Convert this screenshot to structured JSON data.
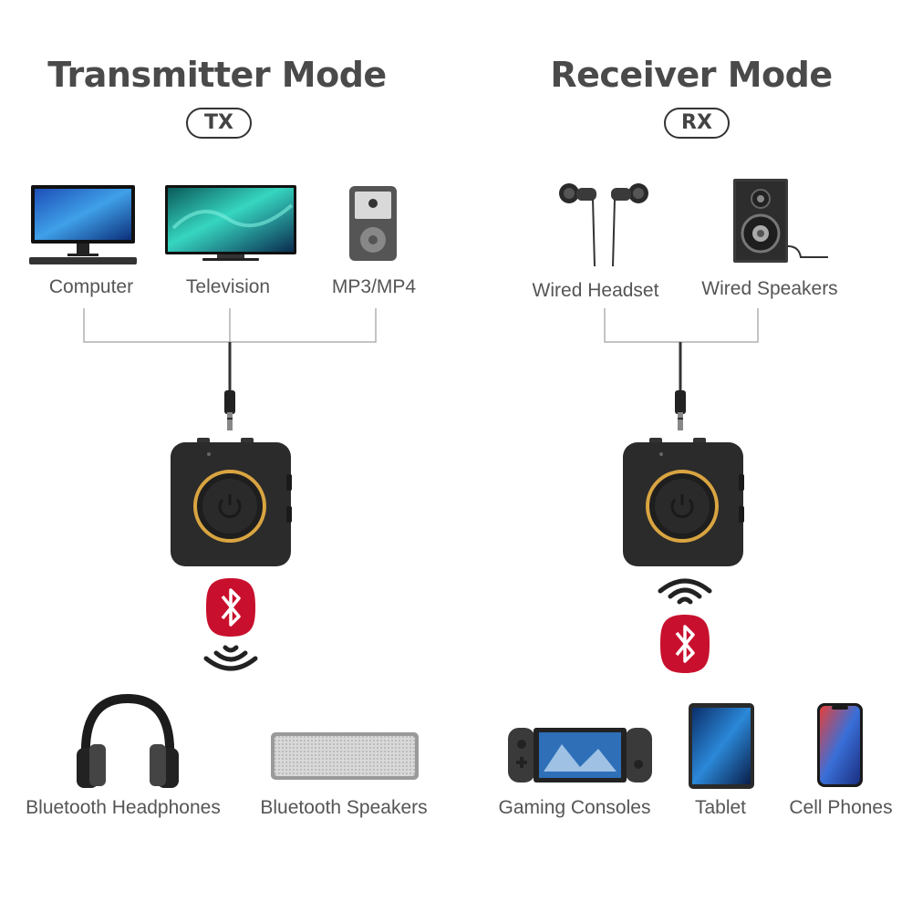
{
  "transmitter": {
    "title": "Transmitter Mode",
    "badge": "TX",
    "inputs": [
      {
        "label": "Computer",
        "icon": "computer-icon"
      },
      {
        "label": "Television",
        "icon": "television-icon"
      },
      {
        "label": "MP3/MP4",
        "icon": "mp3-player-icon"
      }
    ],
    "outputs": [
      {
        "label": "Bluetooth Headphones",
        "icon": "headphones-icon"
      },
      {
        "label": "Bluetooth Speakers",
        "icon": "bluetooth-speaker-icon"
      }
    ]
  },
  "receiver": {
    "title": "Receiver Mode",
    "badge": "RX",
    "inputs": [
      {
        "label": "Wired Headset",
        "icon": "earphones-icon"
      },
      {
        "label": "Wired Speakers",
        "icon": "speaker-icon"
      }
    ],
    "outputs": [
      {
        "label": "Gaming Consoles",
        "icon": "game-console-icon"
      },
      {
        "label": "Tablet",
        "icon": "tablet-icon"
      },
      {
        "label": "Cell Phones",
        "icon": "phone-icon"
      }
    ]
  },
  "colors": {
    "title": "#4a4a4a",
    "bluetooth": "#c8102e",
    "ring": "#d9a441",
    "device": "#2b2b2b",
    "line": "#9a9a9a"
  }
}
